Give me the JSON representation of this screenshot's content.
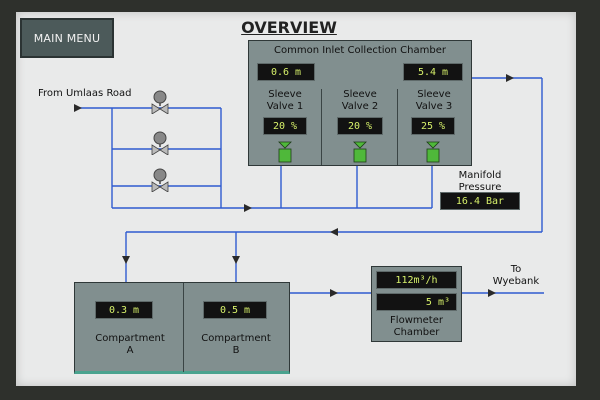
{
  "header": {
    "main_menu_label": "MAIN MENU",
    "title": "OVERVIEW"
  },
  "inlet": {
    "source_label": "From Umlaas Road"
  },
  "chamber": {
    "title": "Common Inlet Collection Chamber",
    "level_left": "0.6 m",
    "level_right": "5.4 m",
    "valves": [
      {
        "label_line1": "Sleeve",
        "label_line2": "Valve 1",
        "value": "20 %"
      },
      {
        "label_line1": "Sleeve",
        "label_line2": "Valve 2",
        "value": "20 %"
      },
      {
        "label_line1": "Sleeve",
        "label_line2": "Valve 3",
        "value": "25 %"
      }
    ]
  },
  "manifold": {
    "label_line1": "Manifold",
    "label_line2": "Pressure",
    "value": "16.4 Bar"
  },
  "compartments": [
    {
      "level": "0.3 m",
      "label_line1": "Compartment",
      "label_line2": "A"
    },
    {
      "level": "0.5 m",
      "label_line1": "Compartment",
      "label_line2": "B"
    }
  ],
  "flowmeter": {
    "flow": "112m³/h",
    "volume": "5 m³",
    "label_line1": "Flowmeter",
    "label_line2": "Chamber"
  },
  "outlet": {
    "label_line1": "To",
    "label_line2": "Wyebank"
  },
  "colors": {
    "pipe": "#2f5bd0",
    "panel": "#818f8f",
    "lcd_text": "#d6f06a",
    "valve_green": "#4fb83a"
  }
}
